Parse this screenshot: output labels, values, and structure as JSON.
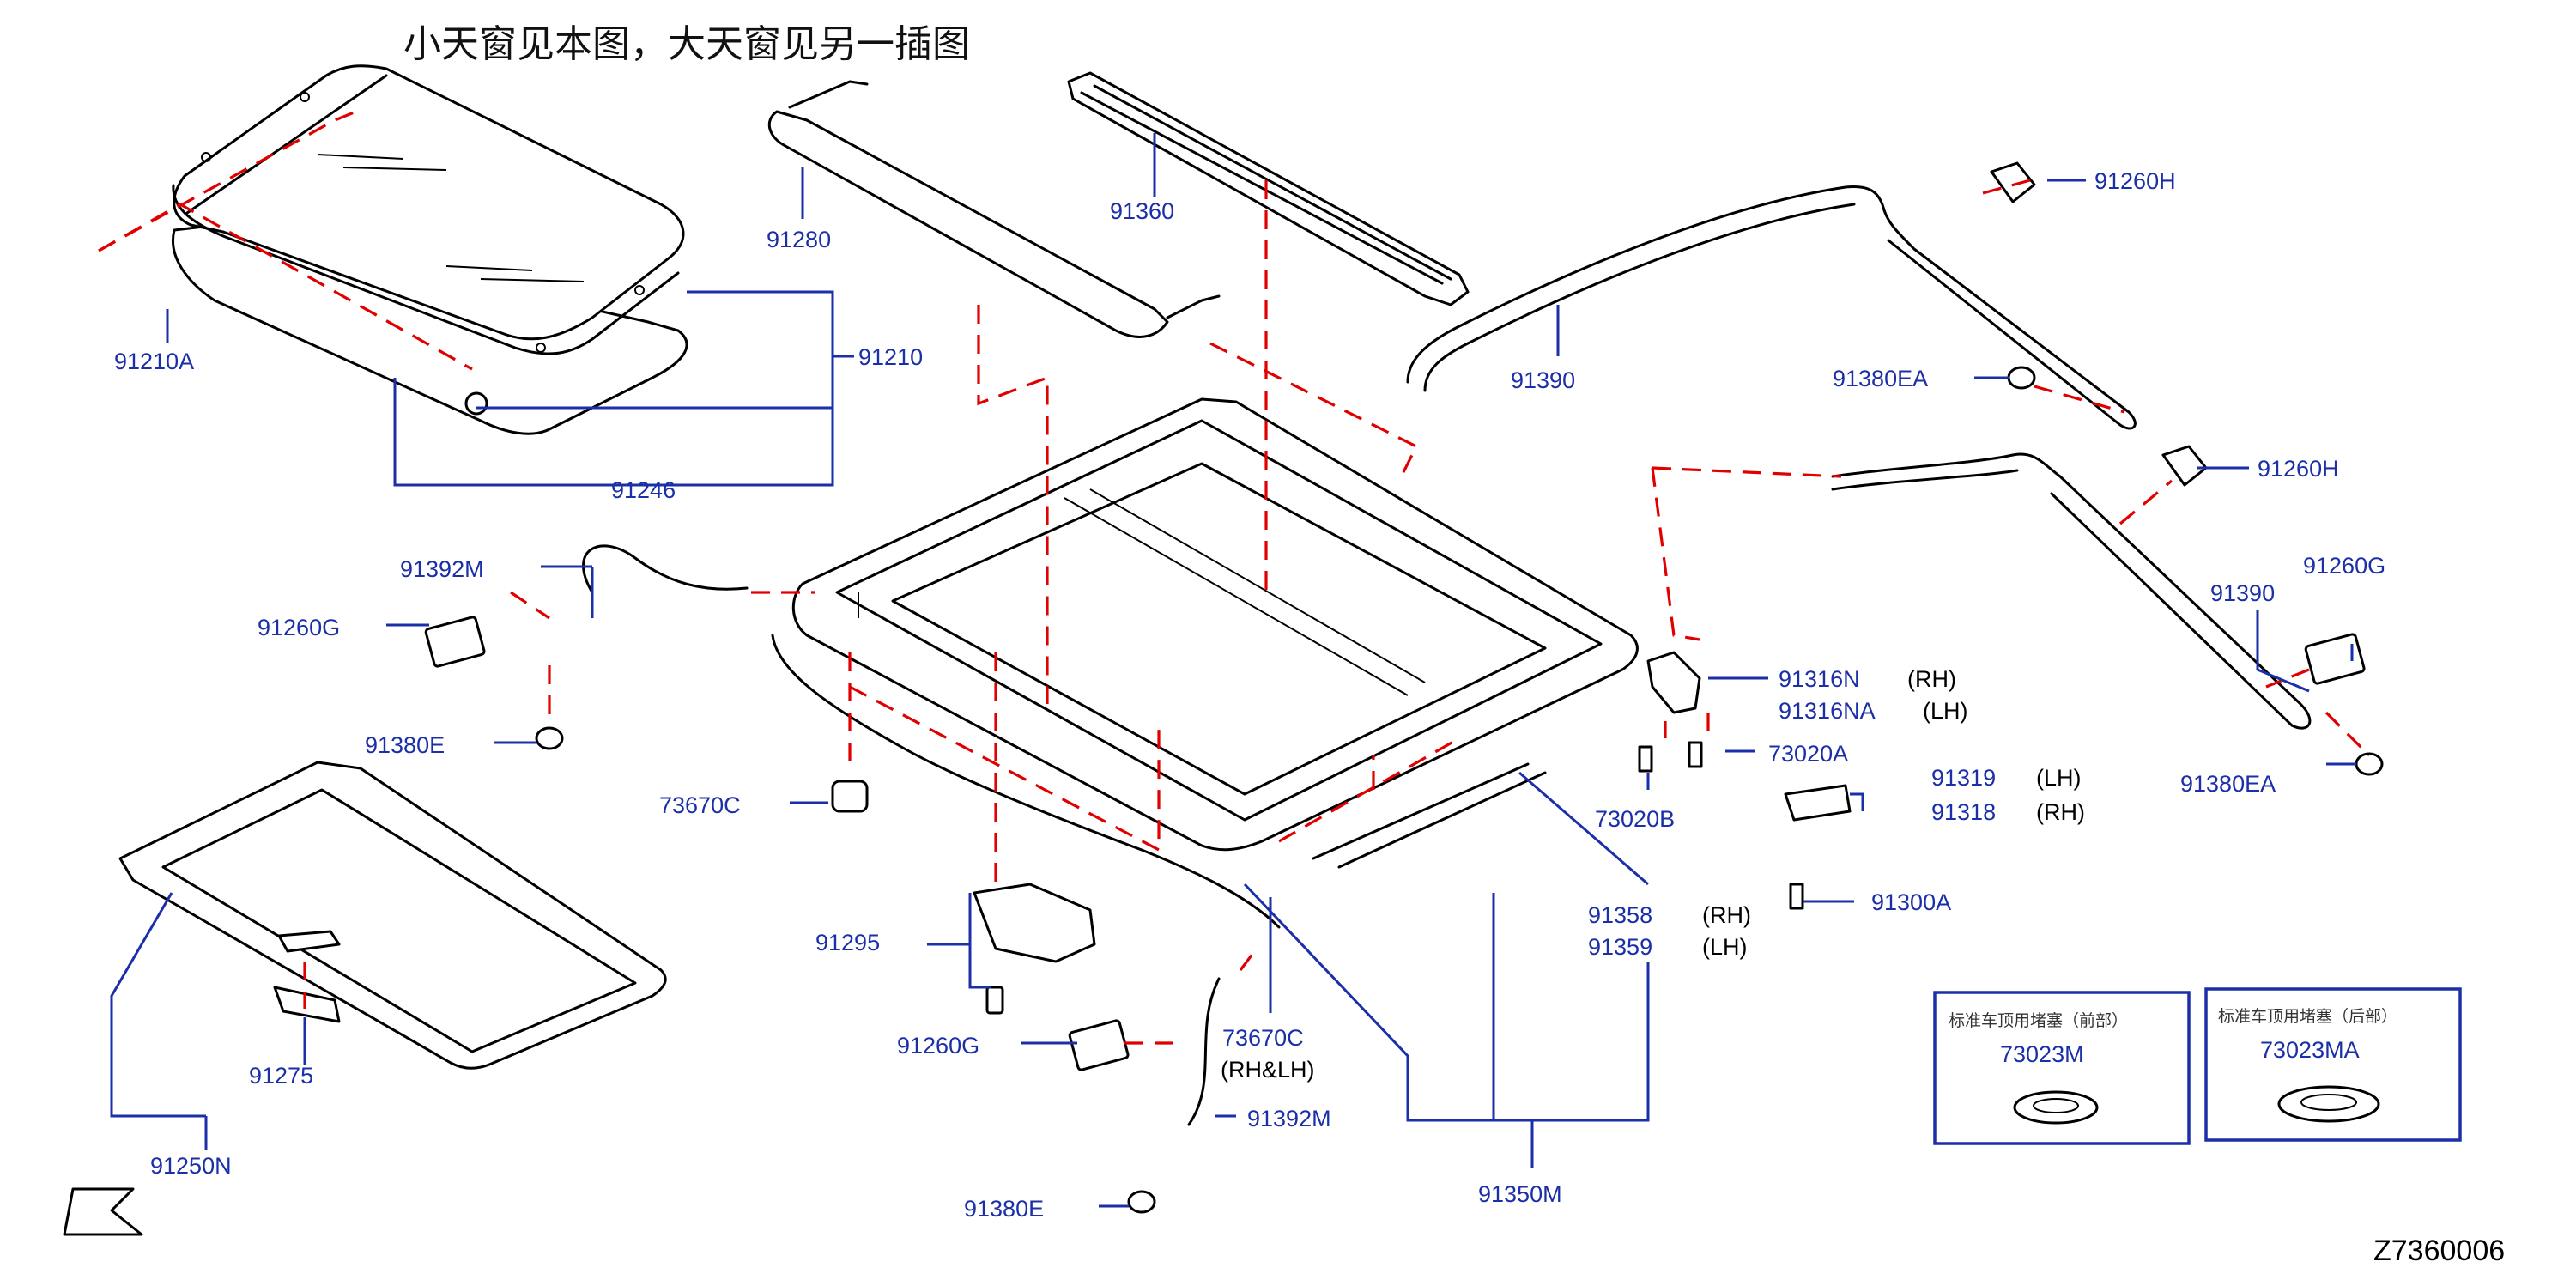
{
  "title": "小天窗见本图，大天窗见另一插图",
  "drawing_code": "Z7360006",
  "labels": {
    "p91210A": "91210A",
    "p91210": "91210",
    "p91246": "91246",
    "p91280": "91280",
    "p91360": "91360",
    "p91390a": "91390",
    "p91390b": "91390",
    "p91260Ha": "91260H",
    "p91260Hb": "91260H",
    "p91380EAa": "91380EA",
    "p91380EAb": "91380EA",
    "p91260Ga": "91260G",
    "p91260Gb": "91260G",
    "p91260Gc": "91260G",
    "p91392Ma": "91392M",
    "p91392Mb": "91392M",
    "p91380Ea": "91380E",
    "p91380Eb": "91380E",
    "p73670Ca": "73670C",
    "p73670Cb": "73670C",
    "p91295": "91295",
    "p91275": "91275",
    "p91250N": "91250N",
    "p91316N": "91316N",
    "p91316NA": "91316NA",
    "p73020A": "73020A",
    "p73020B": "73020B",
    "p91319": "91319",
    "p91318": "91318",
    "p91300A": "91300A",
    "p91358": "91358",
    "p91359": "91359",
    "p91350M": "91350M"
  },
  "sides": {
    "s91316N": "(RH)",
    "s91316NA": "(LH)",
    "s91319": "(LH)",
    "s91318": "(RH)",
    "s91358": "(RH)",
    "s91359": "(LH)",
    "s73670C": "(RH&LH)"
  },
  "plug_boxes": {
    "front_caption": "标准车顶用堵塞（前部）",
    "front_part": "73023M",
    "rear_caption": "标准车顶用堵塞（后部）",
    "rear_part": "73023MA"
  },
  "colors": {
    "leader_lines": "#1b2fa8",
    "part_numbers": "#1b2fa8",
    "phantom_lines": "#e10000",
    "line_art": "#000000"
  },
  "icons": {
    "front_arrow": "front-direction-arrow-icon"
  }
}
